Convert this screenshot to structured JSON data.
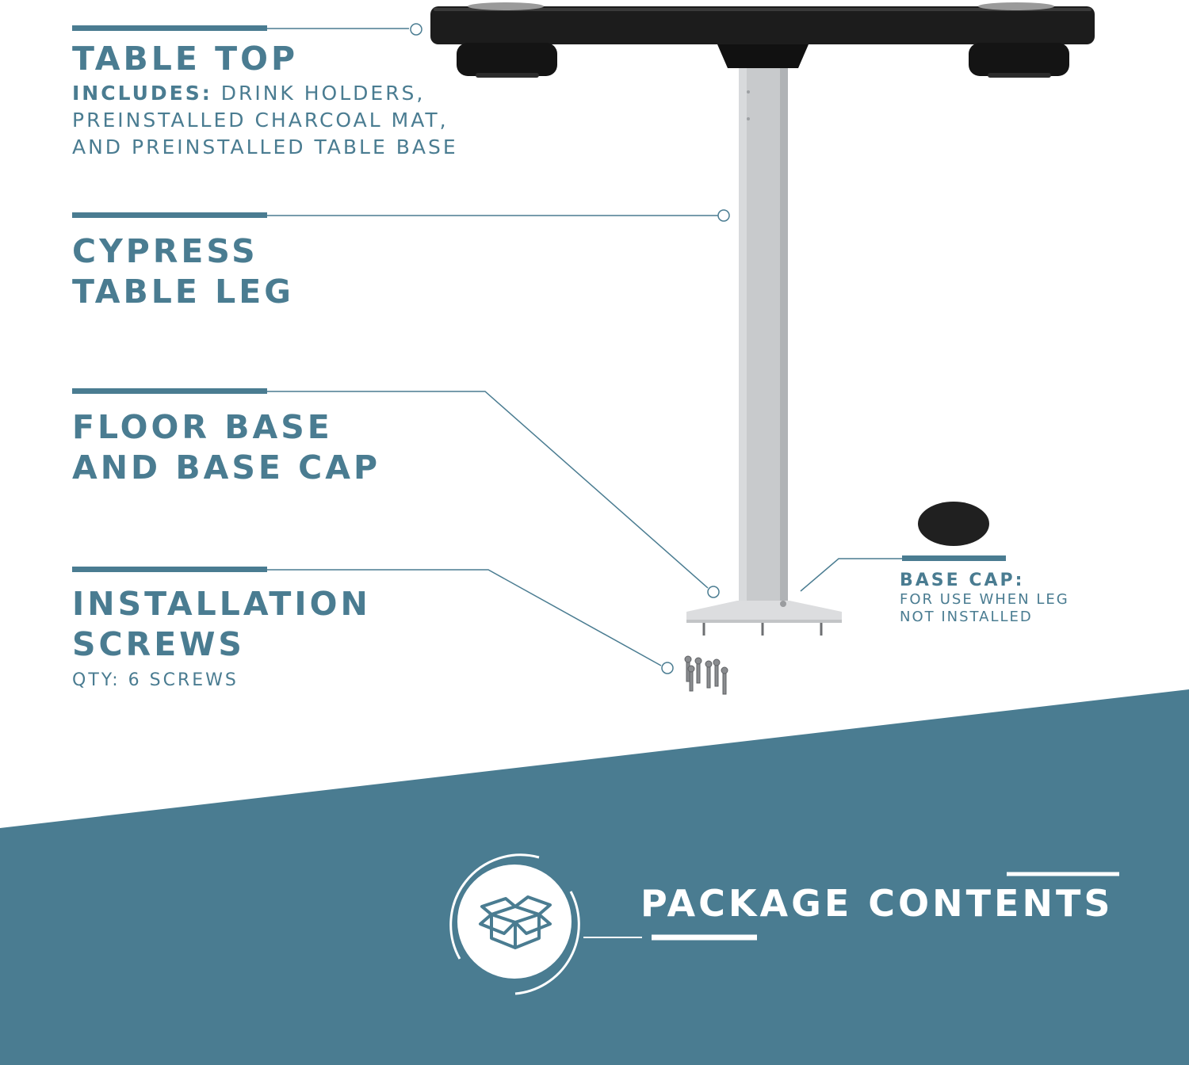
{
  "colors": {
    "accent": "#4a7c91",
    "background": "#ffffff",
    "footer_text": "#ffffff",
    "table_top": "#1e1e1e",
    "leg": "#c9cbcd"
  },
  "callouts": {
    "table_top": {
      "title": "TABLE TOP",
      "includes_label": "INCLUDES:",
      "description_lines": [
        "DRINK HOLDERS,",
        "PREINSTALLED CHARCOAL MAT,",
        "AND PREINSTALLED TABLE BASE"
      ]
    },
    "table_leg": {
      "title_lines": [
        "CYPRESS",
        "TABLE LEG"
      ]
    },
    "floor_base": {
      "title_lines": [
        "FLOOR BASE",
        "AND BASE CAP"
      ]
    },
    "screws": {
      "title_lines": [
        "INSTALLATION",
        "SCREWS"
      ],
      "quantity": "QTY: 6 SCREWS"
    },
    "base_cap": {
      "title": "BASE CAP:",
      "note_lines": [
        "FOR USE WHEN LEG",
        "NOT INSTALLED"
      ]
    }
  },
  "footer": {
    "title": "PACKAGE CONTENTS",
    "icon": "box-icon"
  }
}
